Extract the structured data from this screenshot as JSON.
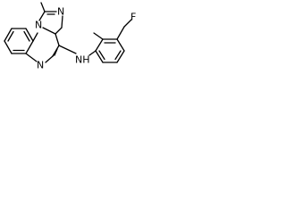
{
  "molecule": {
    "atoms": {
      "imidazole_n1": "N",
      "imidazole_n2": "N",
      "quinoxaline_n": "N",
      "amine": "NH",
      "fluoro": "F"
    },
    "colors": {
      "bond": "#000000",
      "label": "#000000",
      "background": "#ffffff"
    }
  }
}
